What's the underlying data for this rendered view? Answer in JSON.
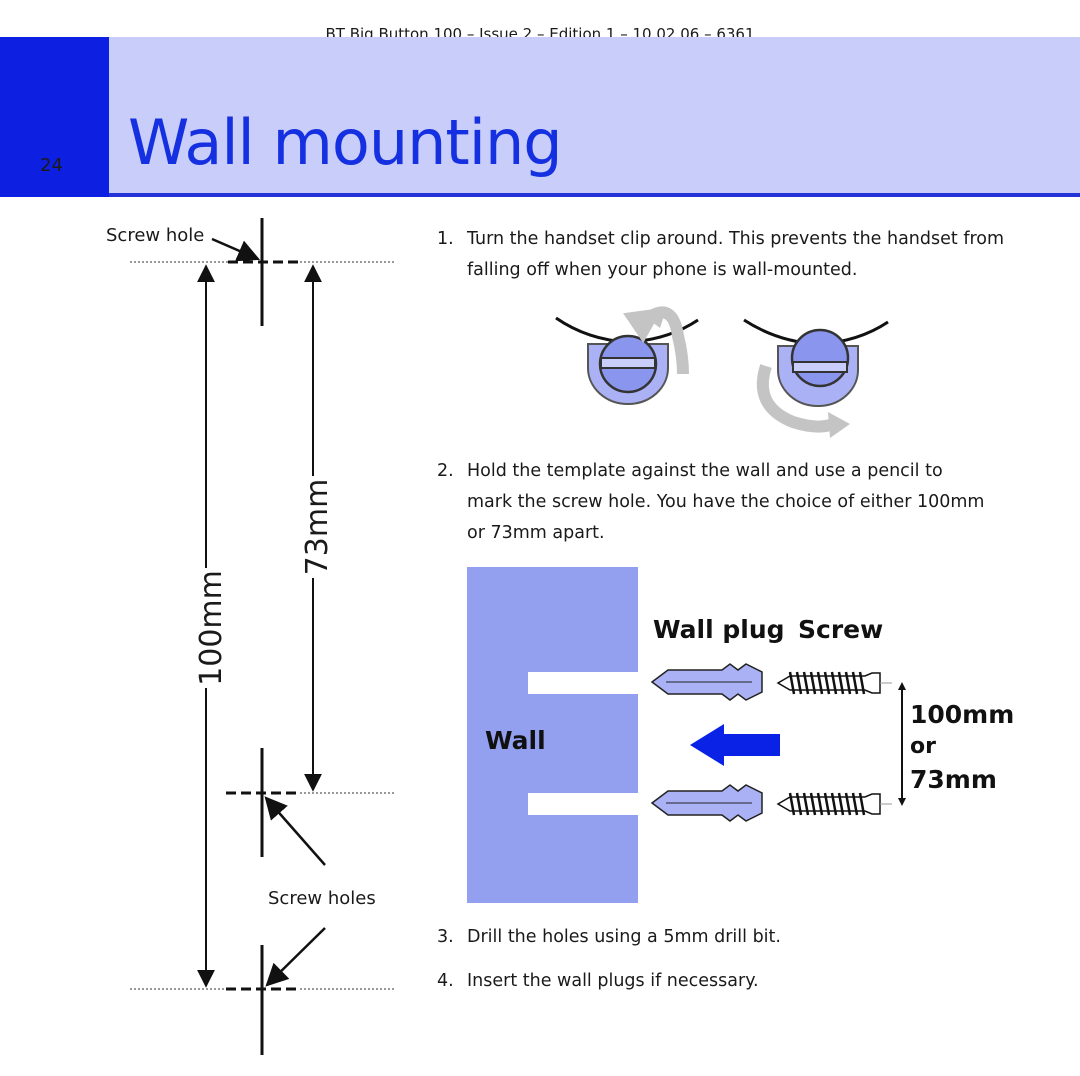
{
  "header": {
    "doc_info": "BT Big Button 100 – Issue 2 – Edition 1 – 10.02.06 – 6361",
    "page_number": "24",
    "title": "Wall mounting"
  },
  "template_diagram": {
    "screw_hole_label": "Screw hole",
    "screw_holes_label": "Screw holes",
    "dim_100": "100mm",
    "dim_73": "73mm"
  },
  "steps": [
    {
      "num": "1.",
      "text": "Turn the handset clip around. This prevents the handset from falling off when your phone is wall-mounted."
    },
    {
      "num": "2.",
      "text": "Hold the template against the wall and use a pencil to mark the screw hole. You have the choice of either 100mm or 73mm apart."
    },
    {
      "num": "3.",
      "text": "Drill the holes using a 5mm drill bit."
    },
    {
      "num": "4.",
      "text": "Insert the wall plugs if necessary."
    }
  ],
  "wall_diagram": {
    "wall_label": "Wall",
    "plug_label": "Wall plug",
    "screw_label": "Screw",
    "spacing_100": "100mm",
    "spacing_or": "or",
    "spacing_73": "73mm"
  },
  "colors": {
    "accent_blue": "#1530e0",
    "band_lilac": "#c8cdfa",
    "wall_fill": "#93a0f0",
    "arrow_blue": "#0a22e6",
    "clip_fill": "#aab2f5"
  }
}
